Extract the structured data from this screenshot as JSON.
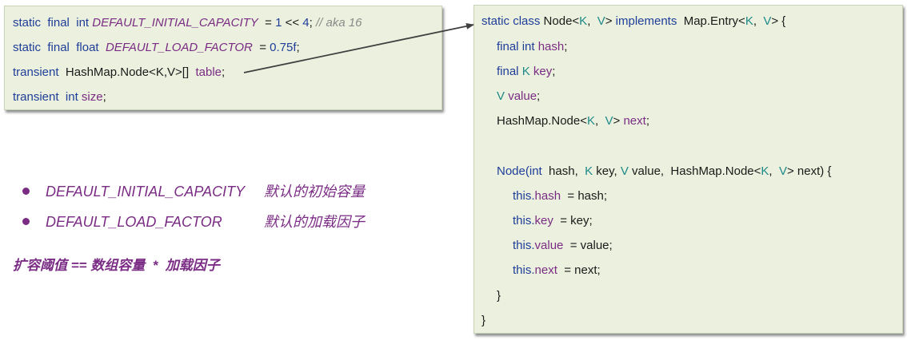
{
  "left_code": {
    "line1": {
      "static": "static",
      "final": "final",
      "type": "int",
      "name": "DEFAULT_INITIAL_CAPACITY",
      "eq": "=",
      "v1": "1",
      "op": "<<",
      "v2": "4",
      "semi": ";",
      "comment": "// aka 16"
    },
    "line2": {
      "static": "static",
      "final": "final",
      "type": "float",
      "name": "DEFAULT_LOAD_FACTOR",
      "eq": "=",
      "value": "0.75f",
      "semi": ";"
    },
    "line3": {
      "transient": "transient",
      "type": "HashMap.Node<K,V>[]",
      "name": "table",
      "semi": ";"
    },
    "line4": {
      "transient": "transient",
      "type": "int",
      "name": "size",
      "semi": ";"
    }
  },
  "right_code": {
    "decl": {
      "static": "static",
      "class": "class",
      "name": "Node<",
      "k": "K",
      "comma1": ",",
      "v": "V",
      "close": ">",
      "implements": "implements",
      "iface": "Map.Entry<",
      "k2": "K",
      "comma2": ",",
      "v2": "V",
      "close2": "> {"
    },
    "f1": {
      "final": "final",
      "type": "int",
      "name": "hash",
      "semi": ";"
    },
    "f2": {
      "final": "final",
      "type": "K",
      "name": "key",
      "semi": ";"
    },
    "f3": {
      "type": "V",
      "name": "value",
      "semi": ";"
    },
    "f4": {
      "type_a": "HashMap.Node<",
      "k": "K",
      "comma": ",",
      "v": "V",
      "type_b": ">",
      "name": "next",
      "semi": ";"
    },
    "ctor": {
      "name": "Node(",
      "t1": "int",
      "p1": "hash,",
      "t2": "K",
      "p2": "key,",
      "t3": "V",
      "p3": "value,",
      "t4a": "HashMap.Node<",
      "t4k": "K",
      "t4c": ",",
      "t4v": "V",
      "t4b": ">",
      "p4": "next) {"
    },
    "a1": {
      "this": "this.",
      "field": "hash",
      "rest": "= hash;"
    },
    "a2": {
      "this": "this.",
      "field": "key",
      "rest": "= key;"
    },
    "a3": {
      "this": "this.",
      "field": "value",
      "rest": "= value;"
    },
    "a4": {
      "this": "this.",
      "field": "next",
      "rest": "= next;"
    },
    "close_ctor": "}",
    "close_class": "}"
  },
  "bullets": [
    {
      "name": "DEFAULT_INITIAL_CAPACITY",
      "desc": "默认的初始容量"
    },
    {
      "name": "DEFAULT_LOAD_FACTOR",
      "desc": "默认的加载因子"
    }
  ],
  "formula": "扩容阈值 == 数组容量  *  加载因子",
  "colors": {
    "box_bg": "#ebf1de",
    "keyword": "#1f3d99",
    "field": "#7a2c84",
    "generic": "#1f8a8a",
    "comment": "#8a8a8a"
  }
}
